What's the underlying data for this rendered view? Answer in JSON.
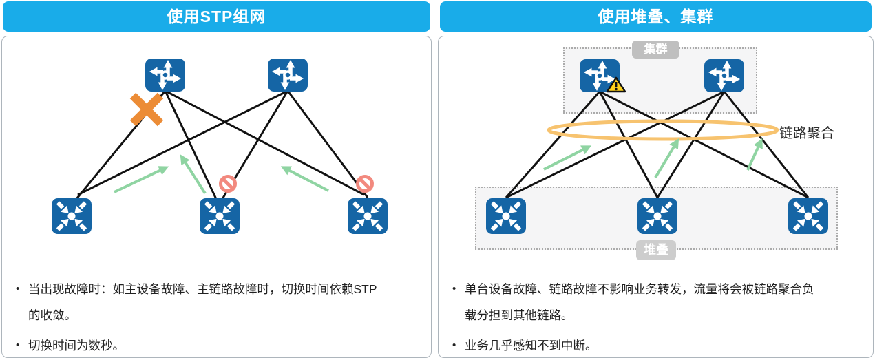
{
  "colors": {
    "header_blue": "#19ACE9",
    "device_blue": "#1565A5",
    "link_black": "#111111",
    "traffic_arrow_green": "#8FD4A2",
    "blocked_red": "#F2897E",
    "failure_x_orange": "#EC8C36",
    "aggregation_ellipse_orange": "#F7C36F",
    "cluster_badge_gray": "#BFBFBF",
    "stack_badge_gray": "#CDCDCD",
    "warning_yellow": "#FFD21C"
  },
  "icons": {
    "router": "router-icon",
    "switch": "switch-icon",
    "failure_x": "failure-x-icon",
    "blocked": "no-entry-icon",
    "warning": "warning-triangle-icon",
    "traffic_arrow": "traffic-arrow-icon"
  },
  "left_panel": {
    "title": "使用STP组网",
    "bullets": [
      "当出现故障时：如主设备故障、主链路故障时，切换时间依赖STP的收敛。",
      "切换时间为数秒。"
    ]
  },
  "right_panel": {
    "title": "使用堆叠、集群",
    "cluster_label": "集群",
    "stack_label": "堆叠",
    "link_aggregation_label": "链路聚合",
    "bullets": [
      "单台设备故障、链路故障不影响业务转发，流量将会被链路聚合负载分担到其他链路。",
      "业务几乎感知不到中断。"
    ]
  }
}
